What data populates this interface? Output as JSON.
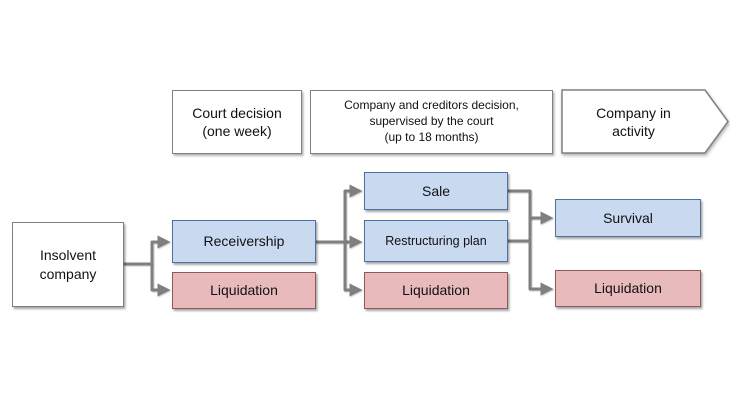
{
  "colors": {
    "blue_fill": "#c9d9f0",
    "blue_border": "#50719f",
    "red_fill": "#e9babc",
    "red_border": "#92595a",
    "box_fill": "#ffffff",
    "box_border": "#808080",
    "connector": "#7f7f7f",
    "text": "#111111"
  },
  "headers": {
    "court": {
      "line1": "Court decision",
      "line2": "(one week)"
    },
    "creditors": {
      "line1": "Company and creditors decision,",
      "line2": "supervised by the court",
      "line3": "(up to 18 months)"
    },
    "activity": {
      "line1": "Company in",
      "line2": "activity"
    }
  },
  "nodes": {
    "insolvent": {
      "line1": "Insolvent",
      "line2": "company"
    },
    "receivership": {
      "label": "Receivership"
    },
    "liquidation1": {
      "label": "Liquidation"
    },
    "sale": {
      "label": "Sale"
    },
    "restructuring": {
      "label": "Restructuring plan"
    },
    "liquidation2": {
      "label": "Liquidation"
    },
    "survival": {
      "label": "Survival"
    },
    "liquidation3": {
      "label": "Liquidation"
    }
  }
}
